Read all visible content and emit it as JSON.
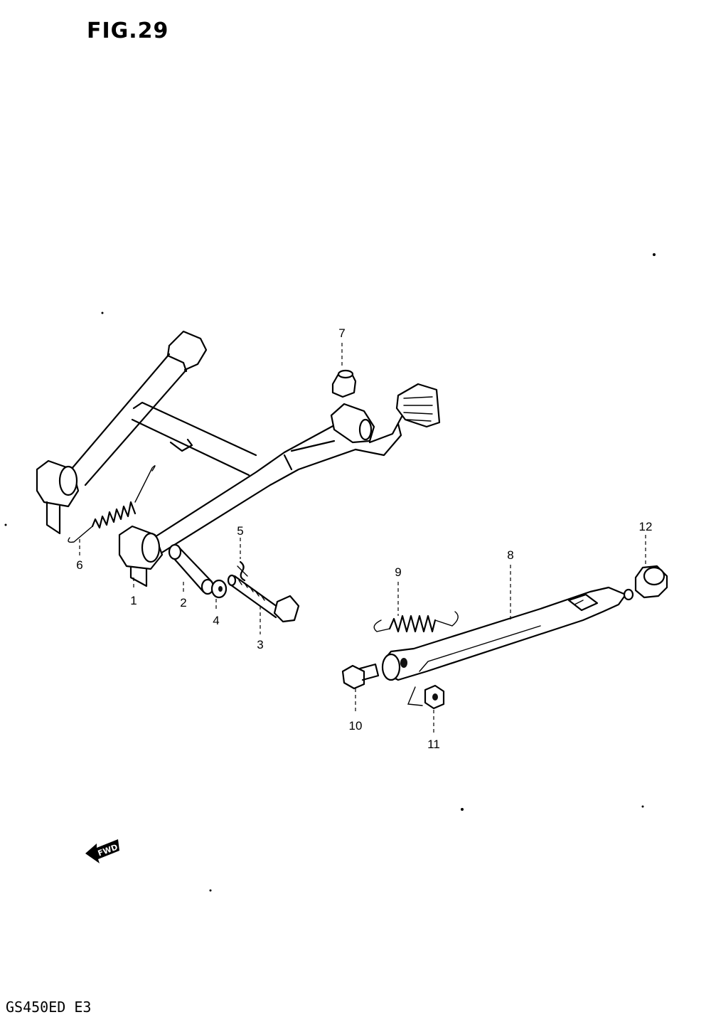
{
  "figure_title": "FIG.29",
  "model_code": "GS450ED  E3",
  "fwd_label": "FWD",
  "callouts": [
    {
      "id": "1",
      "label": "1"
    },
    {
      "id": "2",
      "label": "2"
    },
    {
      "id": "3",
      "label": "3"
    },
    {
      "id": "4",
      "label": "4"
    },
    {
      "id": "5",
      "label": "5"
    },
    {
      "id": "6",
      "label": "6"
    },
    {
      "id": "7",
      "label": "7"
    },
    {
      "id": "8",
      "label": "8"
    },
    {
      "id": "9",
      "label": "9"
    },
    {
      "id": "10",
      "label": "10"
    },
    {
      "id": "11",
      "label": "11"
    },
    {
      "id": "12",
      "label": "12"
    }
  ]
}
